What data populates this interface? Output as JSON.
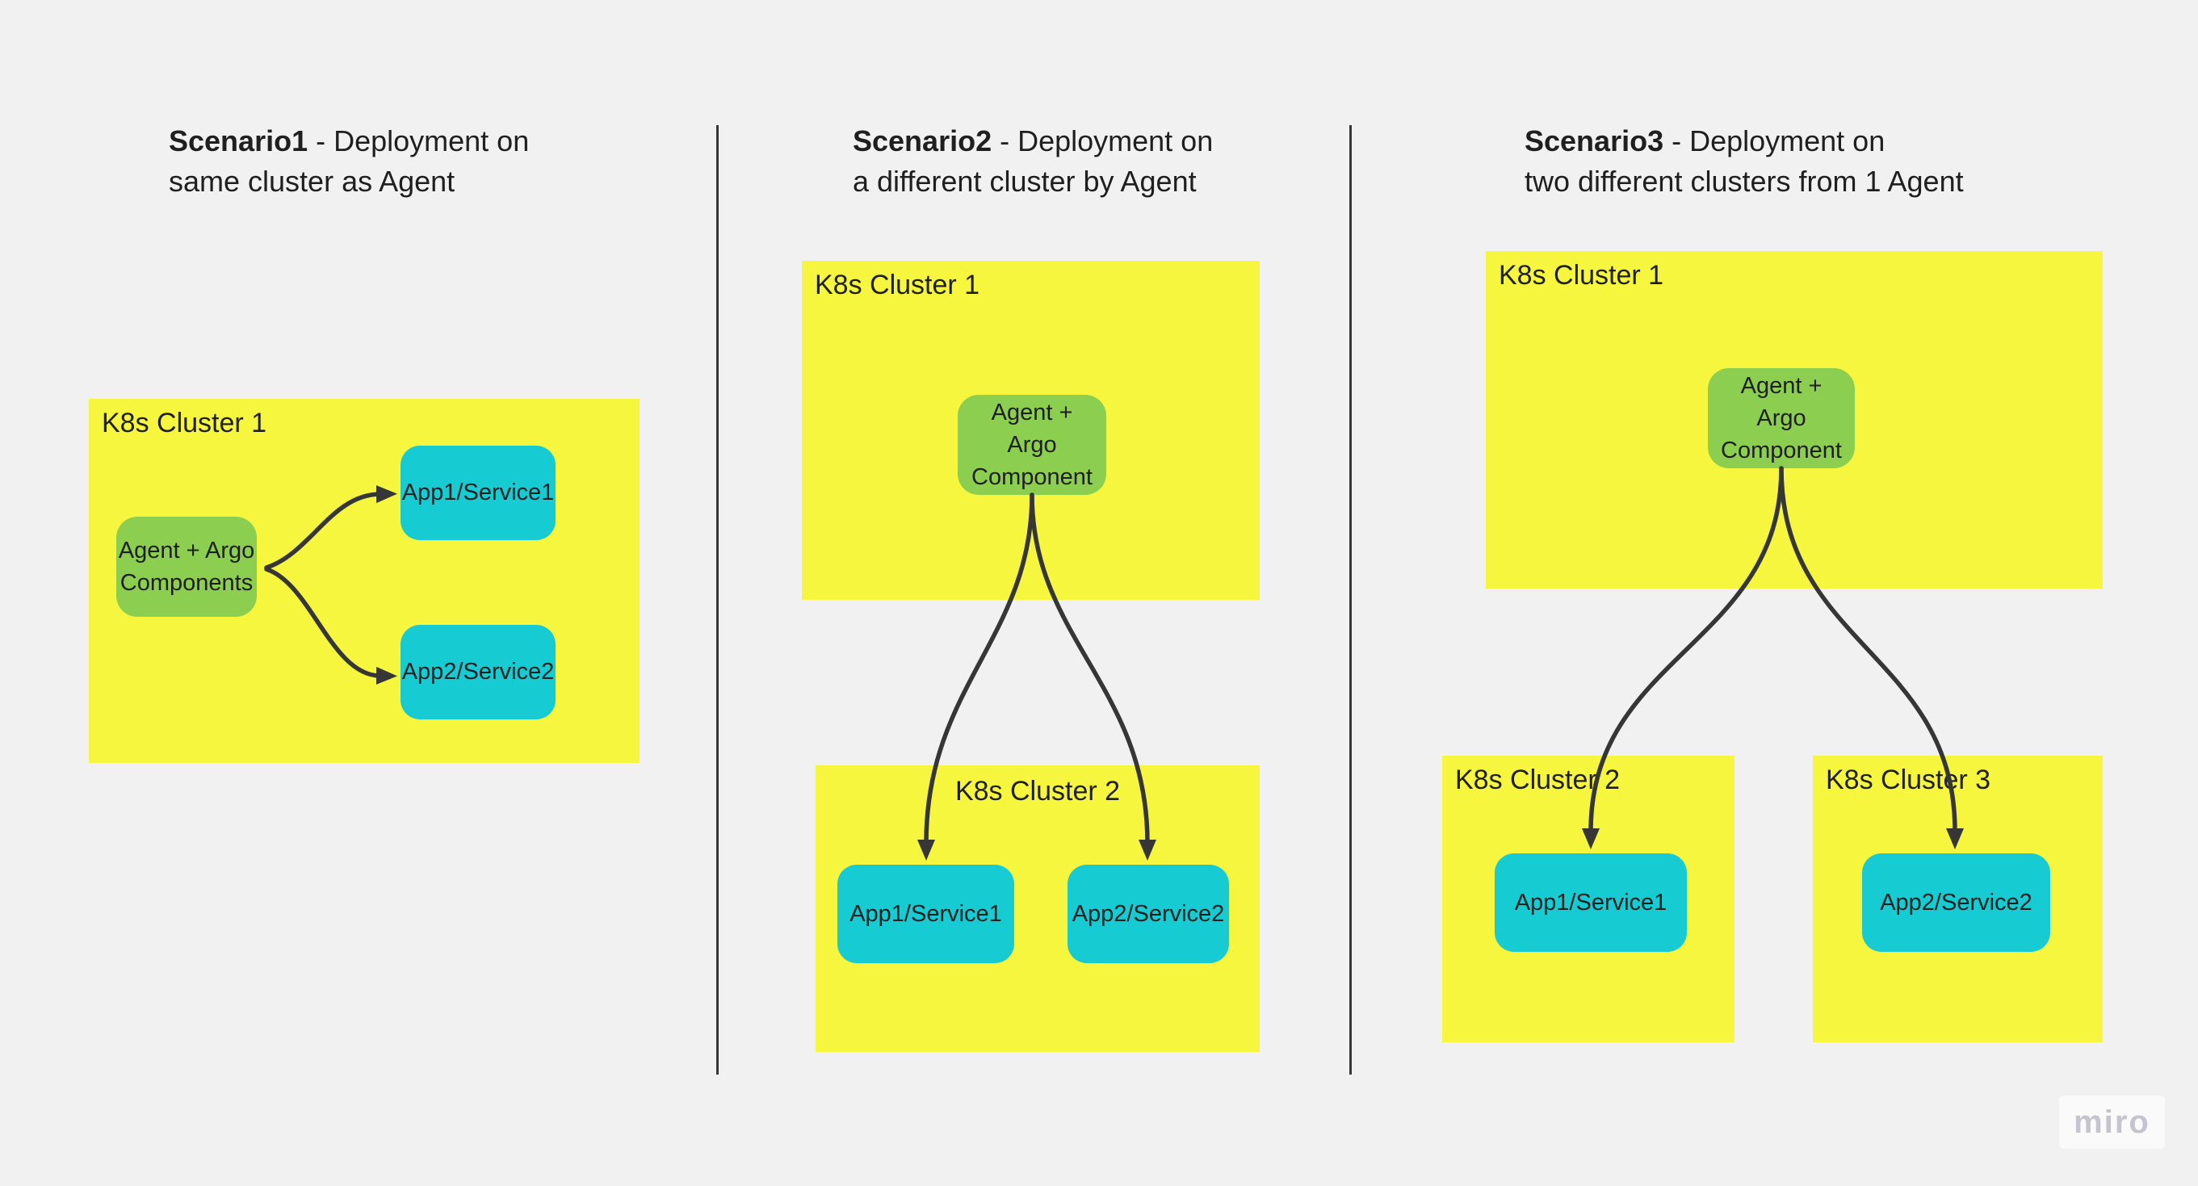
{
  "colors": {
    "background": "#f1f1f2",
    "cluster-yellow": "#f7f63e",
    "agent-green": "#8ccf50",
    "app-cyan": "#16cbd1",
    "line-dark": "#363636",
    "text-dark": "#1f1f1f",
    "watermark-text": "#c4c3ce",
    "watermark-bg": "#fafafb"
  },
  "scenarios": [
    {
      "title": {
        "bold": "Scenario1",
        "rest": " - Deployment on\nsame cluster as Agent"
      },
      "cluster": {
        "label": "K8s Cluster 1"
      },
      "agent": {
        "label": "Agent + Argo\nComponents"
      },
      "apps": [
        {
          "label": "App1/Service1"
        },
        {
          "label": "App2/Service2"
        }
      ]
    },
    {
      "title": {
        "bold": "Scenario2",
        "rest": " - Deployment on\na different cluster by Agent"
      },
      "top_cluster": {
        "label": "K8s Cluster 1"
      },
      "agent": {
        "label": "Agent +\nArgo\nComponent"
      },
      "bottom_cluster": {
        "label": "K8s Cluster 2"
      },
      "apps": [
        {
          "label": "App1/Service1"
        },
        {
          "label": "App2/Service2"
        }
      ]
    },
    {
      "title": {
        "bold": "Scenario3",
        "rest": " - Deployment on\ntwo different clusters from 1 Agent"
      },
      "top_cluster": {
        "label": "K8s Cluster 1"
      },
      "agent": {
        "label": "Agent +\nArgo\nComponent"
      },
      "bottom_clusters": [
        {
          "label": "K8s Cluster 2"
        },
        {
          "label": "K8s Cluster 3"
        }
      ],
      "apps": [
        {
          "label": "App1/Service1"
        },
        {
          "label": "App2/Service2"
        }
      ]
    }
  ],
  "watermark": {
    "label": "miro"
  }
}
